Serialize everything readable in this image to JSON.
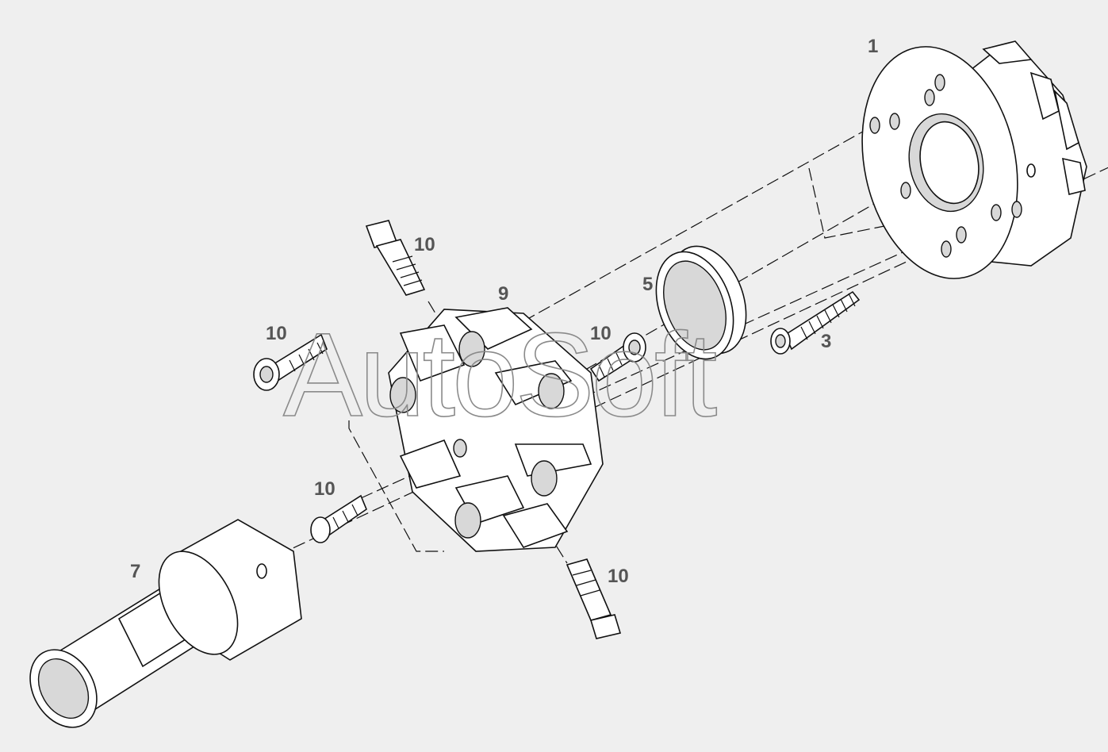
{
  "diagram": {
    "watermark": "AutoSoft",
    "colors": {
      "background": "#efefef",
      "label": "#555555",
      "line": "#111111",
      "watermark": "#8a8a8a"
    },
    "callouts": {
      "c1": "1",
      "c3": "3",
      "c5": "5",
      "c7": "7",
      "c9": "9",
      "c10_top": "10",
      "c10_left": "10",
      "c10_center": "10",
      "c10_lower": "10",
      "c10_bottom": "10"
    }
  }
}
